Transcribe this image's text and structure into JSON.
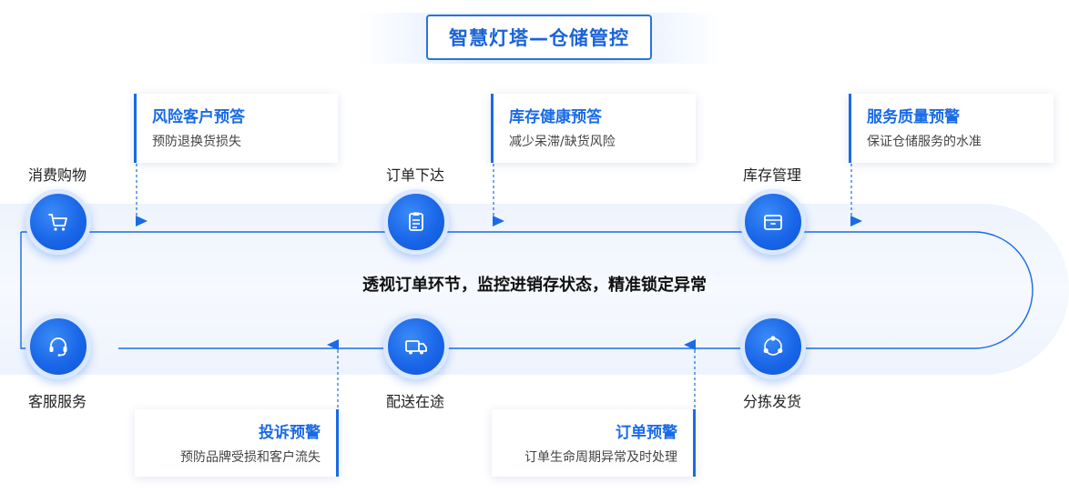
{
  "title": "智慧灯塔—仓储管控",
  "center_text": "透视订单环节，监控进销存状态，精准锁定异常",
  "stages": [
    {
      "label": "消费购物",
      "icon": "shopping-cart-icon"
    },
    {
      "label": "订单下达",
      "icon": "order-document-icon"
    },
    {
      "label": "库存管理",
      "icon": "inventory-box-icon"
    },
    {
      "label": "分拣发货",
      "icon": "sorting-cycle-icon"
    },
    {
      "label": "配送在途",
      "icon": "delivery-truck-icon"
    },
    {
      "label": "客服服务",
      "icon": "headset-icon"
    }
  ],
  "top_cards": [
    {
      "title": "风险客户预答",
      "desc": "预防退换货损失"
    },
    {
      "title": "库存健康预答",
      "desc": "减少呆滞/缺货风险"
    },
    {
      "title": "服务质量预警",
      "desc": "保证仓储服务的水准"
    }
  ],
  "bottom_cards": [
    {
      "title": "投诉预警",
      "desc": "预防品牌受损和客户流失"
    },
    {
      "title": "订单预警",
      "desc": "订单生命周期异常及时处理"
    }
  ],
  "colors": {
    "accent": "#1a6be6",
    "title_border": "#2a72e0",
    "band": "#eef4fd",
    "text": "#222222"
  }
}
